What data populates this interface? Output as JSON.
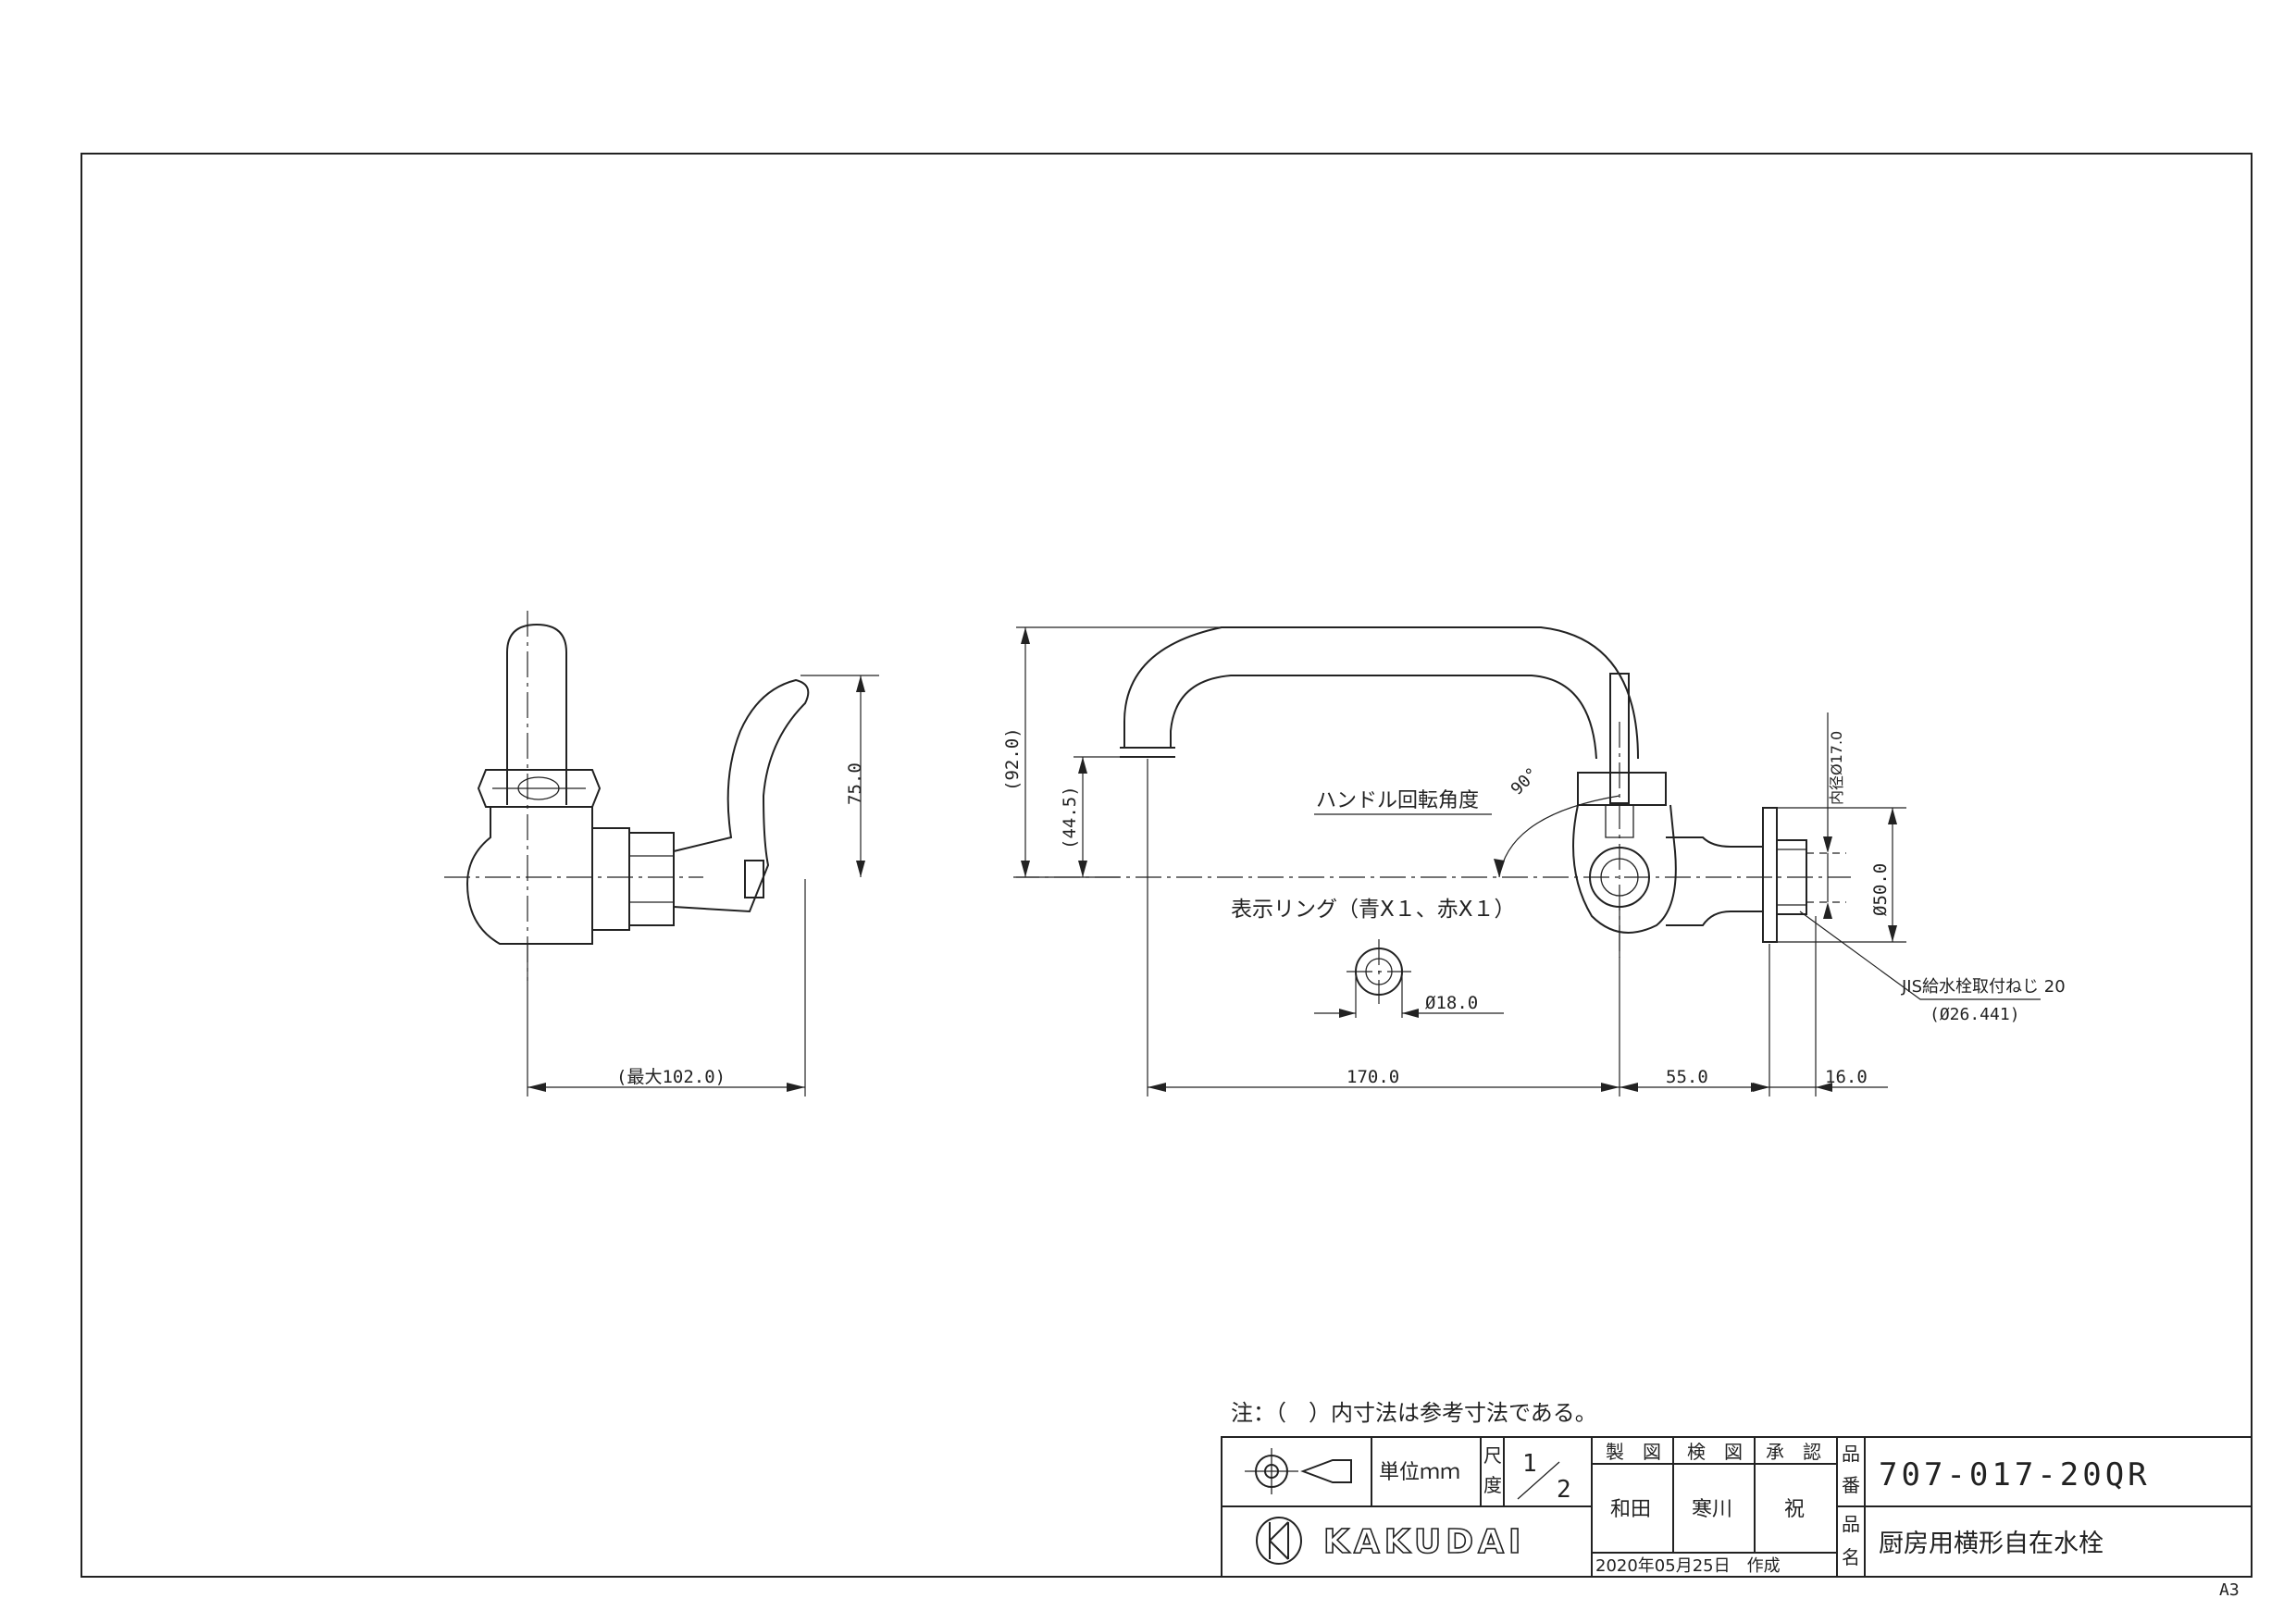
{
  "drawing": {
    "dimensions": {
      "max_depth": "(最大102.0)",
      "side_height": "75.0",
      "overall_height": "(92.0)",
      "spout_height": "(44.5)",
      "handle_label": "ハンドル回転角度",
      "angle": "90°",
      "ring_label": "表示リング（青X１、赤X１）",
      "ring_dia": "Ø18.0",
      "inner_dia": "内径Ø17.0",
      "flange_dia": "Ø50.0",
      "thread_label": "JIS給水栓取付ねじ 20",
      "thread_dia": "(Ø26.441)",
      "len_170": "170.0",
      "len_55": "55.0",
      "len_16": "16.0"
    },
    "note": "注：（　）内寸法は参考寸法である。"
  },
  "title_block": {
    "unit": "単位ｍｍ",
    "scale_label_1": "尺",
    "scale_label_2": "度",
    "scale_num": "1",
    "scale_den": "2",
    "drawn_label": "製　図",
    "checked_label": "検　図",
    "approved_label": "承　認",
    "drawn_by": "和田",
    "checked_by": "寒川",
    "approved_by": "祝",
    "part_no_label_1": "品",
    "part_no_label_2": "番",
    "part_name_label_1": "品",
    "part_name_label_2": "名",
    "part_no": "707-017-20QR",
    "part_name": "厨房用横形自在水栓",
    "date": "2020年05月25日　作成",
    "logo_text": "KAKUDAI",
    "sheet_size": "A3"
  }
}
